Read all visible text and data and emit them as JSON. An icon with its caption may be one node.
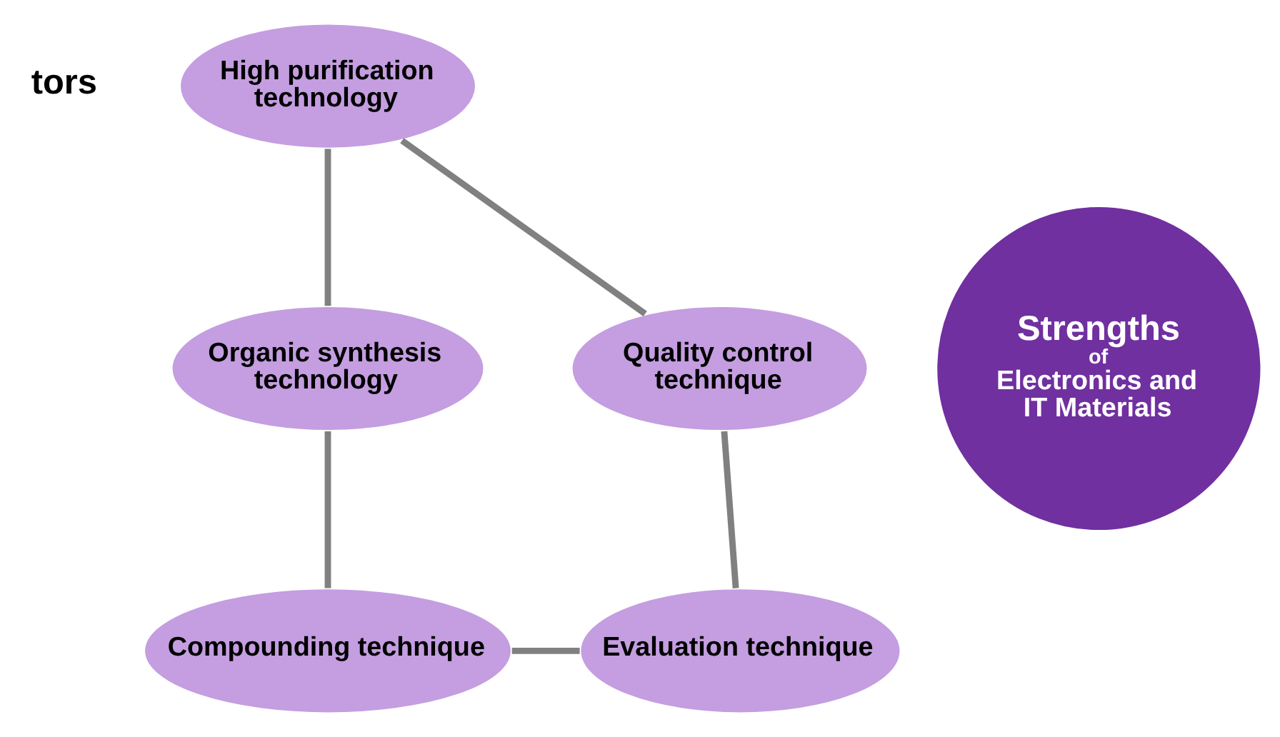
{
  "diagram": {
    "nodes": [
      {
        "text": [
          "High purification technology"
        ]
      },
      {
        "text": [
          "Quality control technique"
        ]
      },
      {
        "text": [
          "Strengths",
          "of",
          "Electronics and IT Materials"
        ]
      },
      {
        "text": [
          "Organic synthesis technology"
        ]
      },
      {
        "text": [
          "Evaluation technique"
        ]
      },
      {
        "text": [
          "Compounding technique"
        ]
      }
    ],
    "edges": [
      {
        "from": 0,
        "to": 3,
        "arrow": "none"
      },
      {
        "from": 3,
        "to": 5,
        "arrow": "none"
      },
      {
        "from": 5,
        "to": 4,
        "arrow": "none"
      },
      {
        "from": 4,
        "to": 1,
        "arrow": "none"
      },
      {
        "from": 1,
        "to": 0,
        "arrow": "none"
      }
    ],
    "labels": [
      "tors"
    ]
  }
}
